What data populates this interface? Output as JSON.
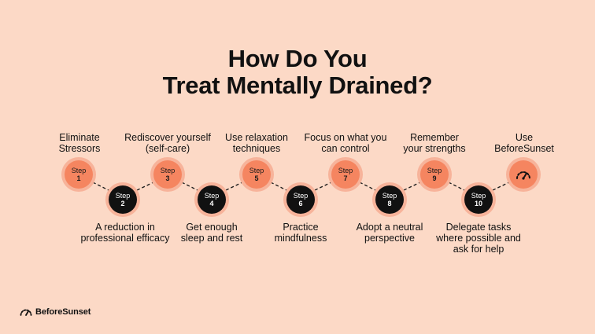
{
  "title": {
    "line1": "How Do You",
    "line2": "Treat Mentally Drained?"
  },
  "step_word": "Step",
  "steps": [
    {
      "number": "1",
      "caption": "Eliminate\nStressors"
    },
    {
      "number": "2",
      "caption": "A reduction in\nprofessional efficacy"
    },
    {
      "number": "3",
      "caption": "Rediscover yourself\n(self-care)"
    },
    {
      "number": "4",
      "caption": "Get enough\nsleep and rest"
    },
    {
      "number": "5",
      "caption": "Use relaxation\ntechniques"
    },
    {
      "number": "6",
      "caption": "Practice\nmindfulness"
    },
    {
      "number": "7",
      "caption": "Focus on what you\ncan control"
    },
    {
      "number": "8",
      "caption": "Adopt a neutral\nperspective"
    },
    {
      "number": "9",
      "caption": "Remember\nyour strengths"
    },
    {
      "number": "10",
      "caption": "Delegate tasks\nwhere possible and\nask for help"
    }
  ],
  "final": {
    "caption": "Use\nBeforeSunset",
    "icon": "gauge-icon"
  },
  "logo": {
    "text": "BeforeSunset",
    "icon": "sunrise-logo-icon"
  },
  "colors": {
    "background": "#fcd9c6",
    "accent": "#f58560",
    "ring": "#f7b39a",
    "dark": "#111111"
  }
}
